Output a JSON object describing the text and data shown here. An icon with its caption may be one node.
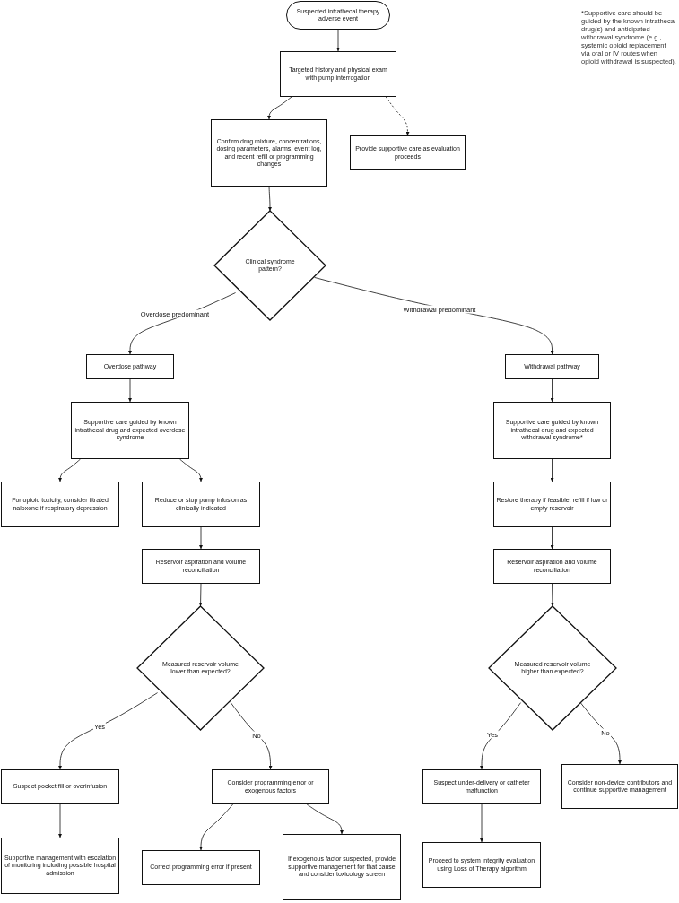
{
  "diagram": {
    "nodes": [
      {
        "text": [
          "Suspected intrathecal therapy adverse event"
        ]
      },
      {
        "text": [
          "Targeted history and physical exam with pump interrogation"
        ]
      },
      {
        "text": [
          "Confirm drug mixture, concentrations, dosing parameters, alarms, event log, and recent refill or programming changes"
        ]
      },
      {
        "text": [
          "Provide supportive care as evaluation proceeds"
        ]
      },
      {
        "text": [
          "Clinical syndrome pattern?"
        ]
      },
      {
        "text": [
          "Overdose pathway"
        ]
      },
      {
        "text": [
          "Supportive care guided by known intrathecal drug and expected overdose syndrome"
        ]
      },
      {
        "text": [
          "For opioid toxicity, consider titrated naloxone if respiratory depression"
        ]
      },
      {
        "text": [
          "Reduce or stop pump infusion as clinically indicated"
        ]
      },
      {
        "text": [
          "Reservoir aspiration and volume reconciliation"
        ]
      },
      {
        "text": [
          "Measured reservoir volume lower than expected?"
        ]
      },
      {
        "text": [
          "Suspect pocket fill or overinfusion"
        ]
      },
      {
        "text": [
          "Consider programming error or exogenous factors"
        ]
      },
      {
        "text": [
          "Supportive management with escalation of monitoring including possible hospital admission"
        ]
      },
      {
        "text": [
          "Correct programming error if present"
        ]
      },
      {
        "text": [
          "If exogenous factor suspected, provide supportive management for that cause and consider toxicology screen"
        ]
      },
      {
        "text": [
          "Withdrawal pathway"
        ]
      },
      {
        "text": [
          "Supportive care guided by known intrathecal drug and expected withdrawal syndrome*"
        ]
      },
      {
        "text": [
          "Restore therapy if feasible; refill if low or empty reservoir"
        ]
      },
      {
        "text": [
          "Reservoir aspiration and volume reconciliation"
        ]
      },
      {
        "text": [
          "Measured reservoir volume higher than expected?"
        ]
      },
      {
        "text": [
          "Suspect under-delivery or catheter malfunction"
        ]
      },
      {
        "text": [
          "Consider non-device contributors and continue supportive management"
        ]
      },
      {
        "text": [
          "Proceed to system integrity evaluation using Loss of Therapy algorithm"
        ]
      }
    ],
    "edges": [
      {
        "from": 0,
        "to": 1,
        "arrow": "to"
      },
      {
        "from": 1,
        "to": 2,
        "arrow": "to"
      },
      {
        "from": 1,
        "to": 3,
        "arrow": "to",
        "style": "dashed"
      },
      {
        "from": 2,
        "to": 4,
        "arrow": "to"
      },
      {
        "from": 4,
        "to": 5,
        "arrow": "to",
        "label": "Overdose predominant"
      },
      {
        "from": 4,
        "to": 16,
        "arrow": "to",
        "label": "Withdrawal predominant"
      },
      {
        "from": 5,
        "to": 6,
        "arrow": "to"
      },
      {
        "from": 6,
        "to": 7,
        "arrow": "to"
      },
      {
        "from": 6,
        "to": 8,
        "arrow": "to"
      },
      {
        "from": 8,
        "to": 9,
        "arrow": "to"
      },
      {
        "from": 9,
        "to": 10,
        "arrow": "to"
      },
      {
        "from": 10,
        "to": 11,
        "arrow": "to",
        "label": "Yes"
      },
      {
        "from": 10,
        "to": 12,
        "arrow": "to",
        "label": "No"
      },
      {
        "from": 11,
        "to": 13,
        "arrow": "to"
      },
      {
        "from": 12,
        "to": 14,
        "arrow": "to"
      },
      {
        "from": 12,
        "to": 15,
        "arrow": "to"
      },
      {
        "from": 16,
        "to": 17,
        "arrow": "to"
      },
      {
        "from": 17,
        "to": 18,
        "arrow": "to"
      },
      {
        "from": 18,
        "to": 19,
        "arrow": "to"
      },
      {
        "from": 19,
        "to": 20,
        "arrow": "to"
      },
      {
        "from": 20,
        "to": 21,
        "arrow": "to",
        "label": "Yes"
      },
      {
        "from": 20,
        "to": 22,
        "arrow": "to",
        "label": "No"
      },
      {
        "from": 21,
        "to": 23,
        "arrow": "to"
      }
    ],
    "labels": [
      "*Supportive care should be guided by the known intrathecal drug(s) and anticipated withdrawal syndrome (e.g., systemic opioid replacement via oral or IV routes when opioid withdrawal is suspected)."
    ]
  }
}
